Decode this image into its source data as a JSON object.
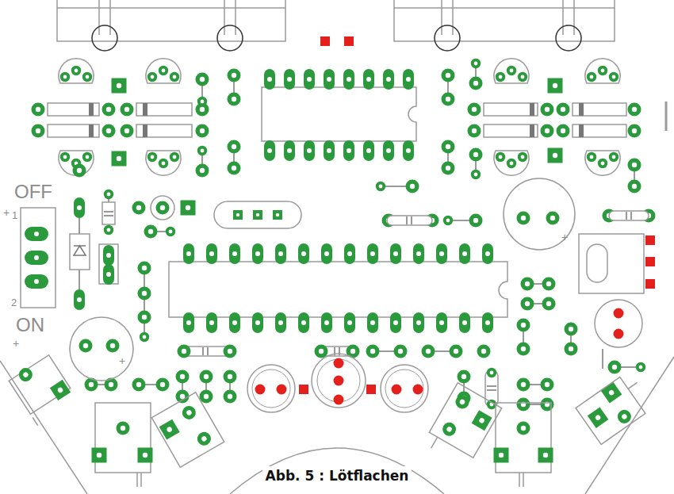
{
  "diagram": {
    "caption": "Abb. 5 : Lötflachen",
    "labels": [
      "OFF",
      "+",
      "1",
      "+",
      "2",
      "ON",
      "+",
      "+"
    ]
  }
}
